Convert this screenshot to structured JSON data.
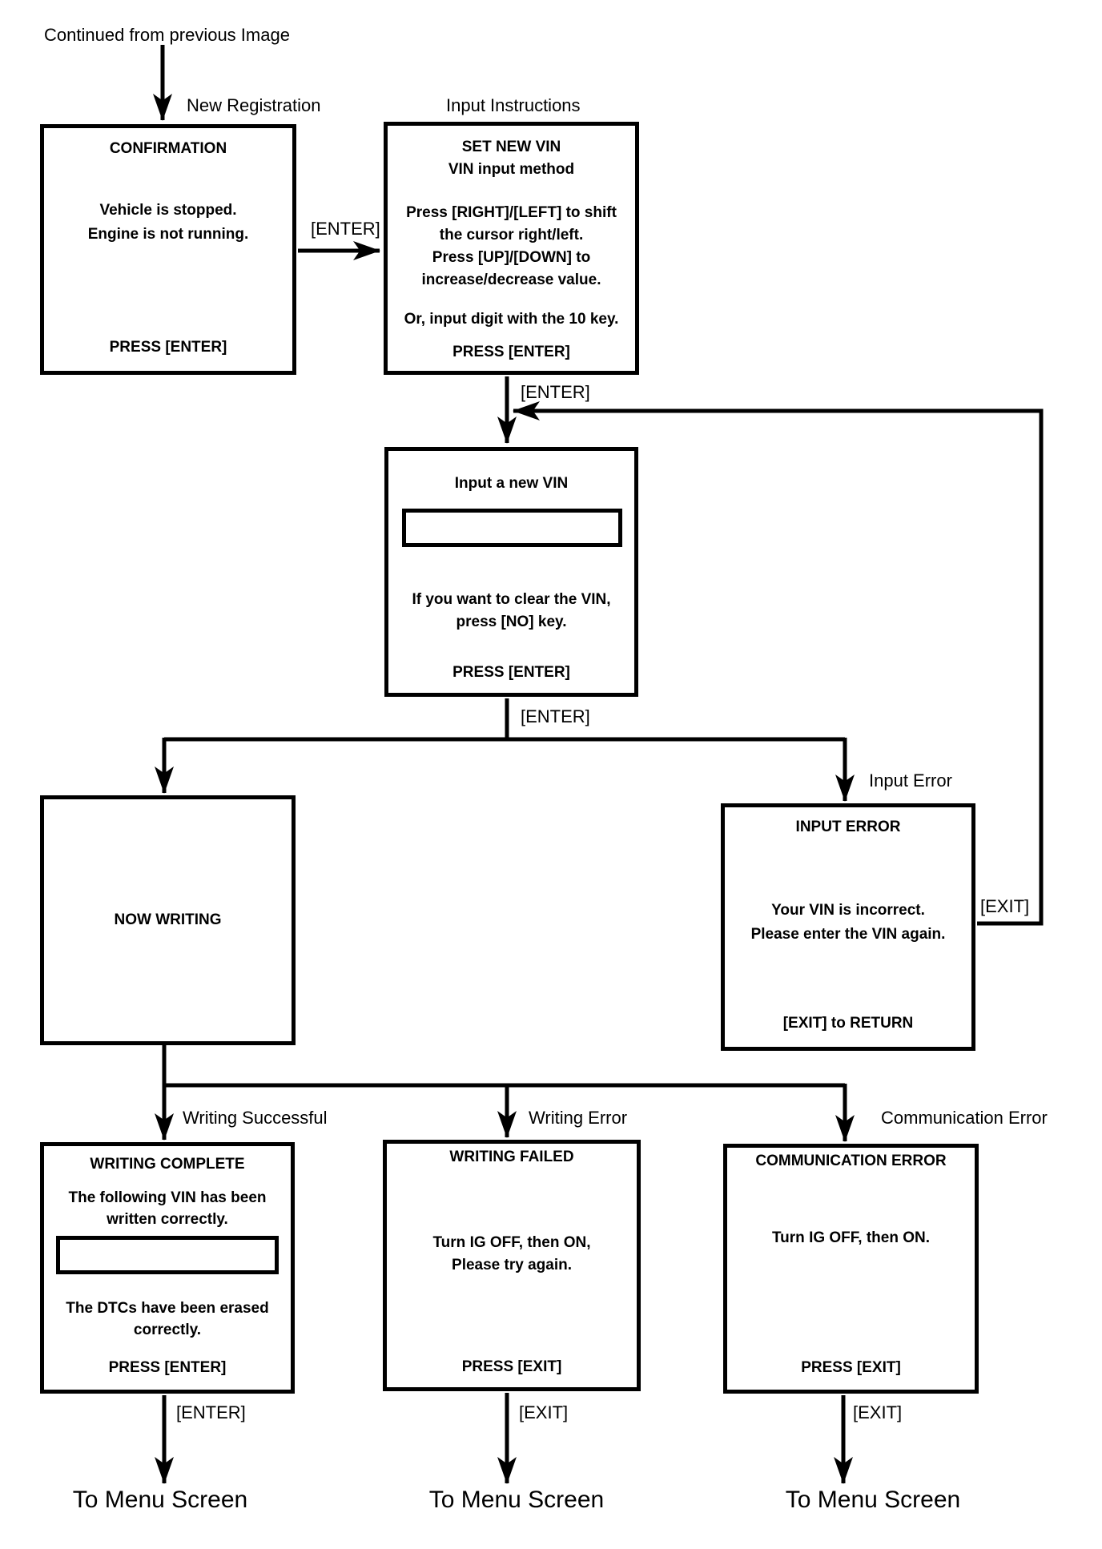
{
  "page": {
    "background": "#ffffff",
    "line_color": "#000000"
  },
  "annotations": {
    "continued_from": "Continued from previous Image",
    "to_menu_1": "To Menu Screen",
    "to_menu_2": "To Menu Screen",
    "to_menu_3": "To Menu Screen"
  },
  "edge_labels": {
    "confirm_to_instructions": "[ENTER]",
    "instructions_to_input": "[ENTER]",
    "input_to_result": "[ENTER]",
    "error_return": "[EXIT]",
    "complete_to_menu": "[ENTER]",
    "failed_to_menu": "[EXIT]",
    "comm_to_menu": "[EXIT]"
  },
  "boxes": {
    "confirmation": {
      "label": "New Registration",
      "title": "CONFIRMATION",
      "body": [
        "Vehicle is stopped.",
        "Engine is not running."
      ],
      "footer": "PRESS [ENTER]"
    },
    "input_instructions": {
      "label": "Input Instructions",
      "title": [
        "SET NEW VIN",
        "VIN input method"
      ],
      "body": [
        "Press [RIGHT]/[LEFT] to shift",
        "the cursor right/left.",
        "Press [UP]/[DOWN] to",
        "increase/decrease value."
      ],
      "note": "Or, input digit with the 10 key.",
      "footer": "PRESS [ENTER]"
    },
    "input_vin": {
      "title": "Input a new VIN",
      "vin_value": "",
      "body": [
        "If you want to clear the VIN,",
        "press [NO] key."
      ],
      "footer": "PRESS [ENTER]"
    },
    "now_writing": {
      "title": "NOW WRITING"
    },
    "input_error": {
      "label": "Input Error",
      "title": "INPUT ERROR",
      "body": [
        "Your VIN is incorrect.",
        "Please enter the VIN again."
      ],
      "footer": "[EXIT] to RETURN"
    },
    "writing_complete": {
      "label": "Writing Successful",
      "title": "WRITING COMPLETE",
      "body": [
        "The following VIN has been",
        "written correctly."
      ],
      "vin_value": "",
      "body2": [
        "The DTCs have been erased",
        "correctly."
      ],
      "footer": "PRESS [ENTER]"
    },
    "writing_failed": {
      "label": "Writing Error",
      "title": "WRITING FAILED",
      "body": [
        "Turn IG OFF, then ON,",
        "Please try again."
      ],
      "footer": "PRESS [EXIT]"
    },
    "communication_error": {
      "label": "Communication Error",
      "title": "COMMUNICATION ERROR",
      "body": [
        "Turn IG OFF, then ON."
      ],
      "footer": "PRESS [EXIT]"
    }
  }
}
